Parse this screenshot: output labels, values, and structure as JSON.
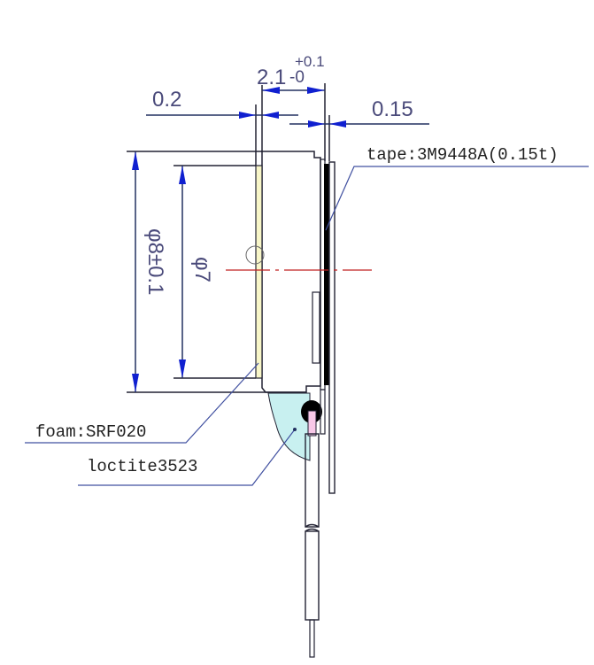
{
  "dimensions": {
    "thickness": "2.1",
    "thickness_tol_upper": "+0.1",
    "thickness_tol_lower": "-0",
    "foam_thickness": "0.2",
    "tape_thickness": "0.15",
    "outer_diameter": "φ8±0.1",
    "inner_diameter": "φ7"
  },
  "labels": {
    "tape": "tape:3M9448A(0.15t)",
    "foam": "foam:SRF020",
    "glue": "loctite3523"
  },
  "colors": {
    "arrow": "#1020d0",
    "centerline": "#c02020",
    "foam": "#f8f6c8",
    "glue": "#c8f0f0",
    "contact": "#f8c8e8"
  }
}
